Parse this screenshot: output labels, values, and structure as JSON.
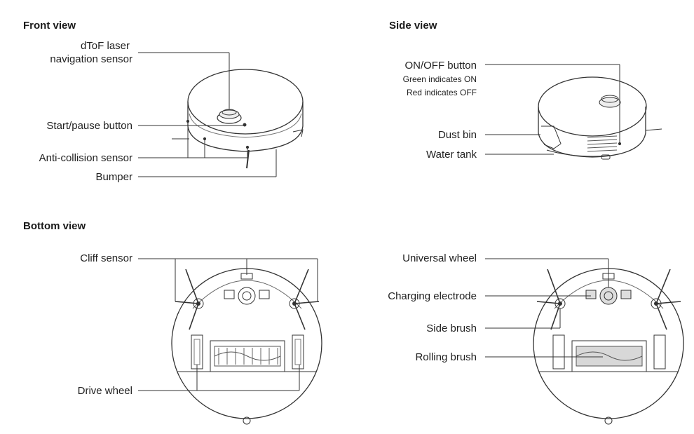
{
  "sections": {
    "front": "Front view",
    "side": "Side view",
    "bottom": "Bottom view"
  },
  "front": {
    "laser_line1": "dToF laser",
    "laser_line2": "navigation sensor",
    "start_pause": "Start/pause button",
    "anti_collision": "Anti-collision sensor",
    "bumper": "Bumper"
  },
  "side": {
    "on_off": "ON/OFF button",
    "green_note": "Green indicates ON",
    "red_note": "Red indicates OFF",
    "dust_bin": "Dust bin",
    "water_tank": "Water tank"
  },
  "bottom_left": {
    "cliff_sensor": "Cliff sensor",
    "drive_wheel": "Drive wheel"
  },
  "bottom_right": {
    "universal_wheel": "Universal wheel",
    "charging_electrode": "Charging electrode",
    "side_brush": "Side brush",
    "rolling_brush": "Rolling brush"
  }
}
